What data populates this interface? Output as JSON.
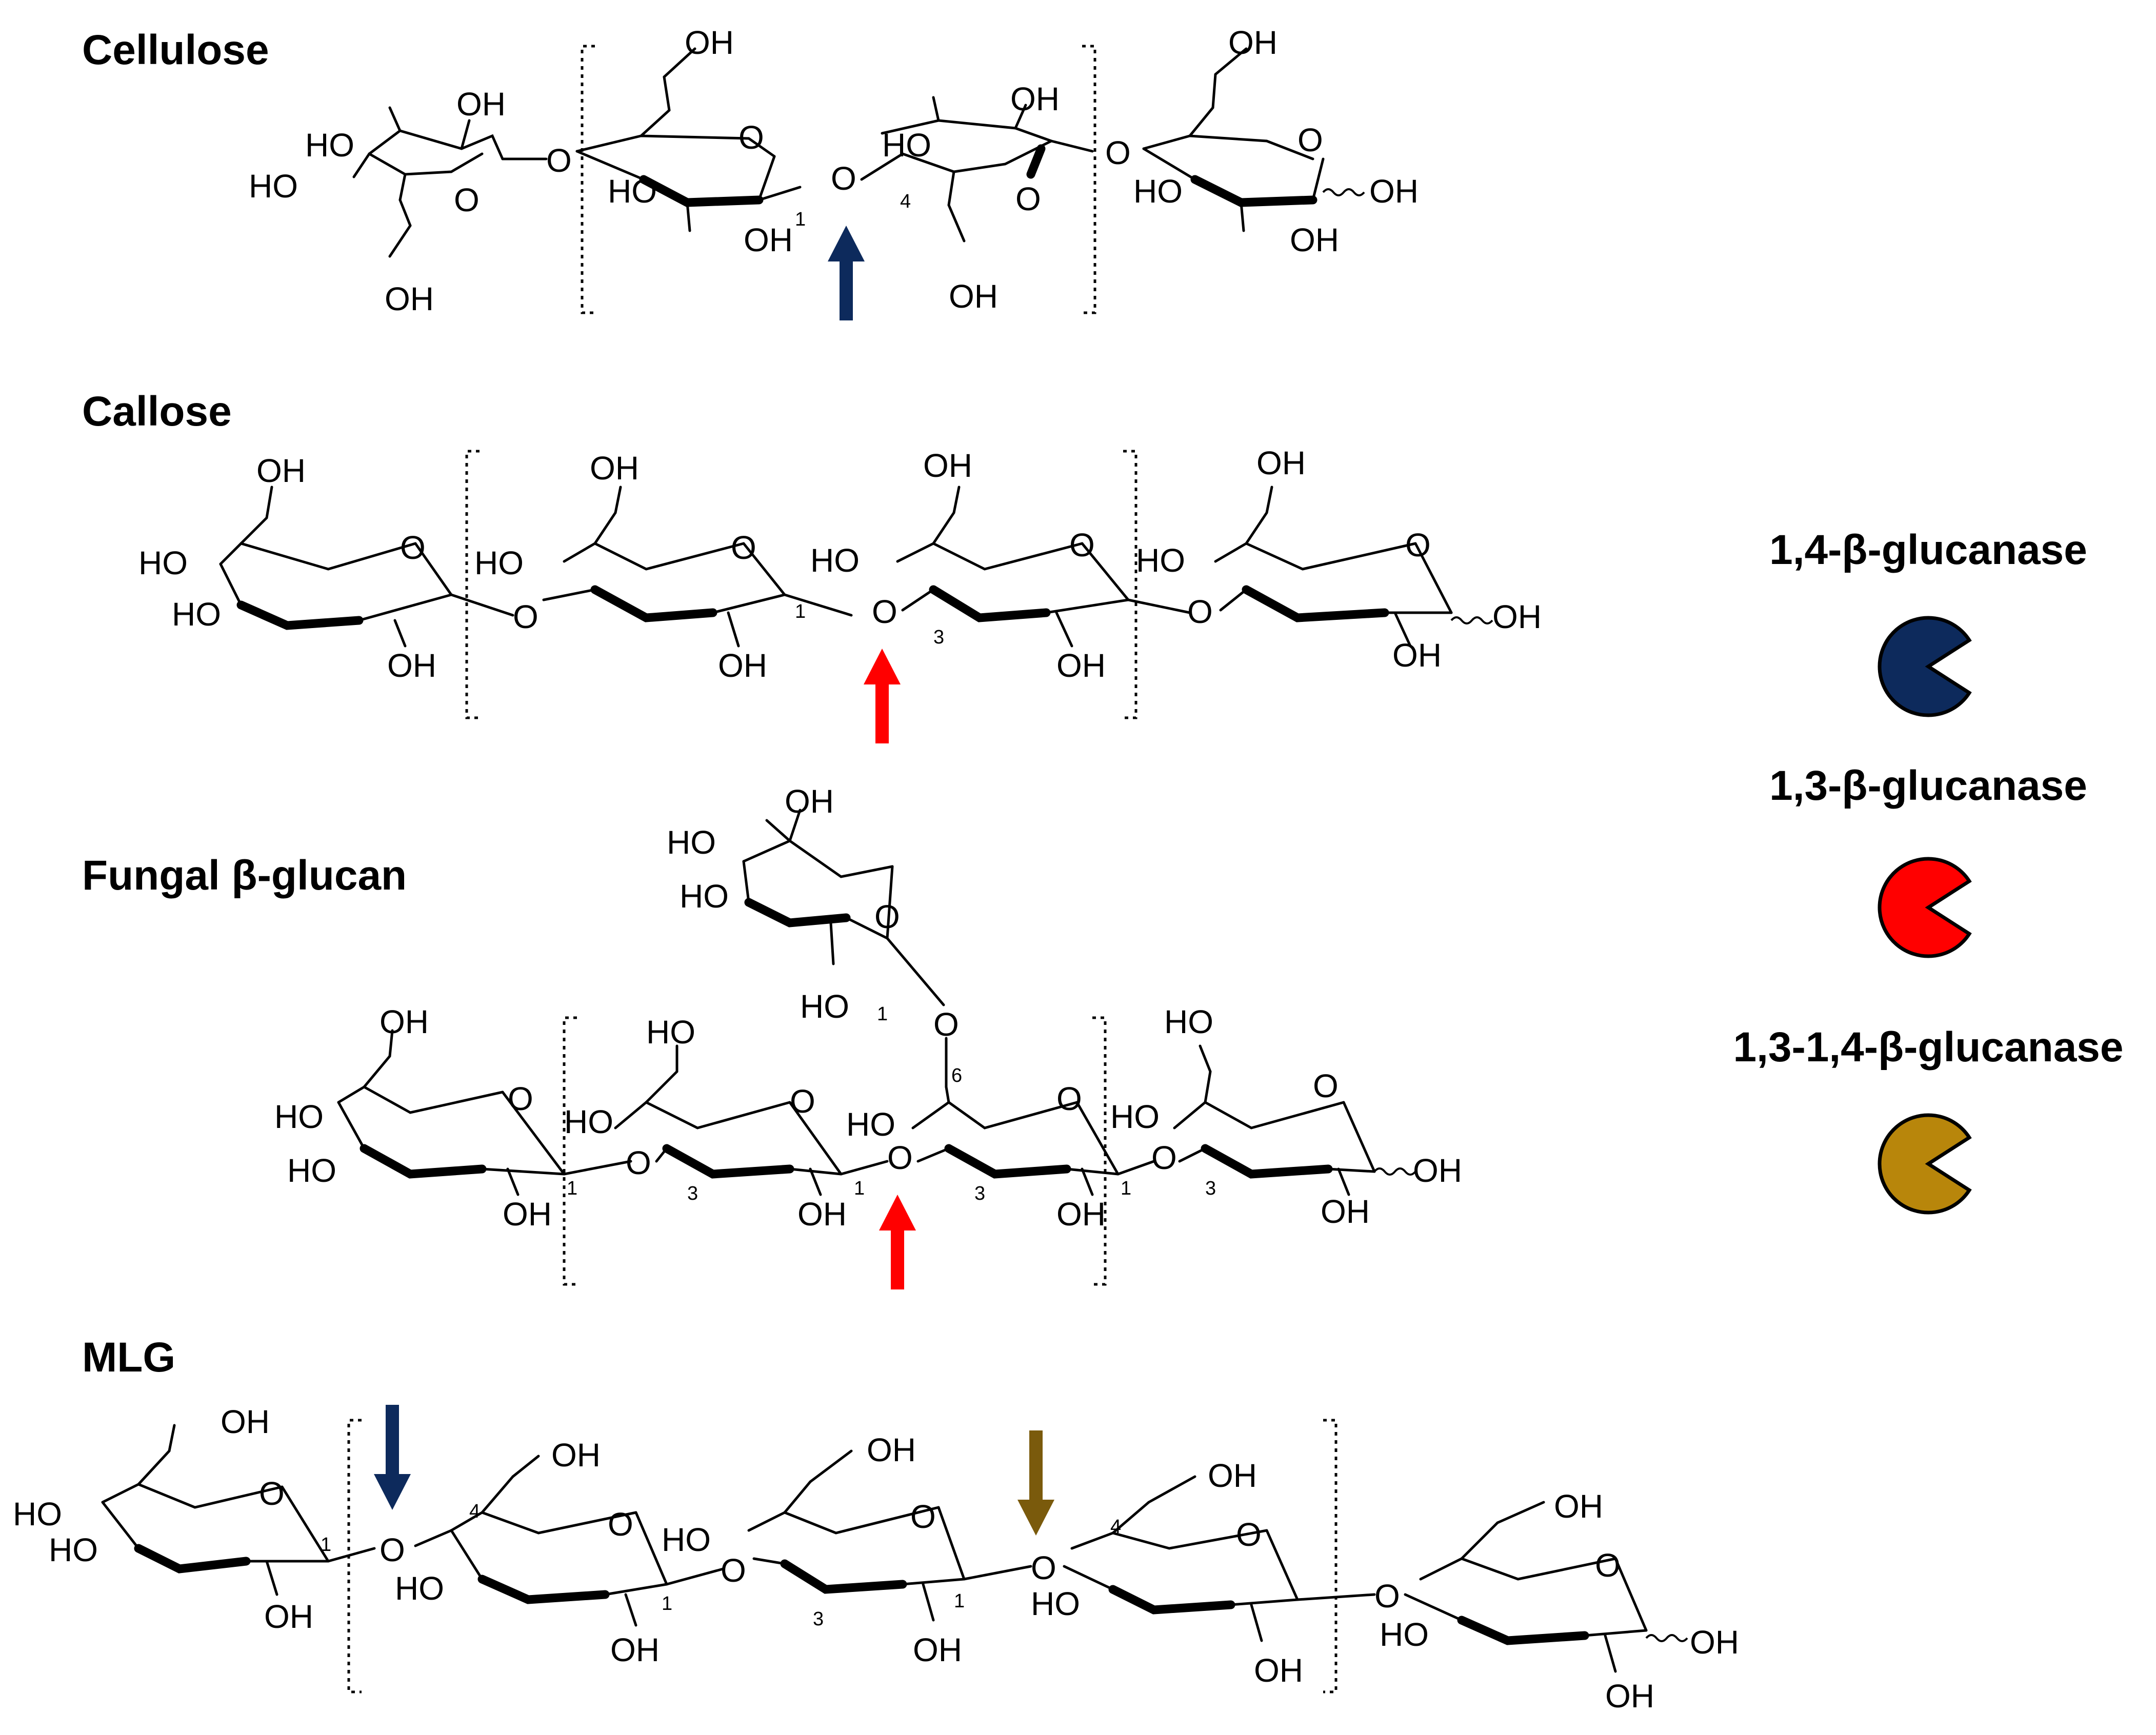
{
  "sections": {
    "cellulose": {
      "title": "Cellulose"
    },
    "callose": {
      "title": "Callose"
    },
    "fungal": {
      "title": "Fungal β-glucan"
    },
    "mlg": {
      "title": "MLG"
    }
  },
  "atoms": {
    "oh": "OH",
    "ho": "HO",
    "o": "O"
  },
  "legend": [
    {
      "label": "1,4-β-glucanase",
      "color": "#0d2a5c",
      "icon": "pacman-icon"
    },
    {
      "label": "1,3-β-glucanase",
      "color": "#ff0000",
      "icon": "pacman-icon"
    },
    {
      "label": "1,3-1,4-β-glucanase",
      "color": "#b8860b",
      "icon": "pacman-icon"
    }
  ],
  "arrow_colors": {
    "blue": "#0d2a5c",
    "red": "#ff0000",
    "brown": "#7a5a0c"
  },
  "linkage_numbers": {
    "one": "1",
    "three": "3",
    "four": "4",
    "six": "6"
  }
}
